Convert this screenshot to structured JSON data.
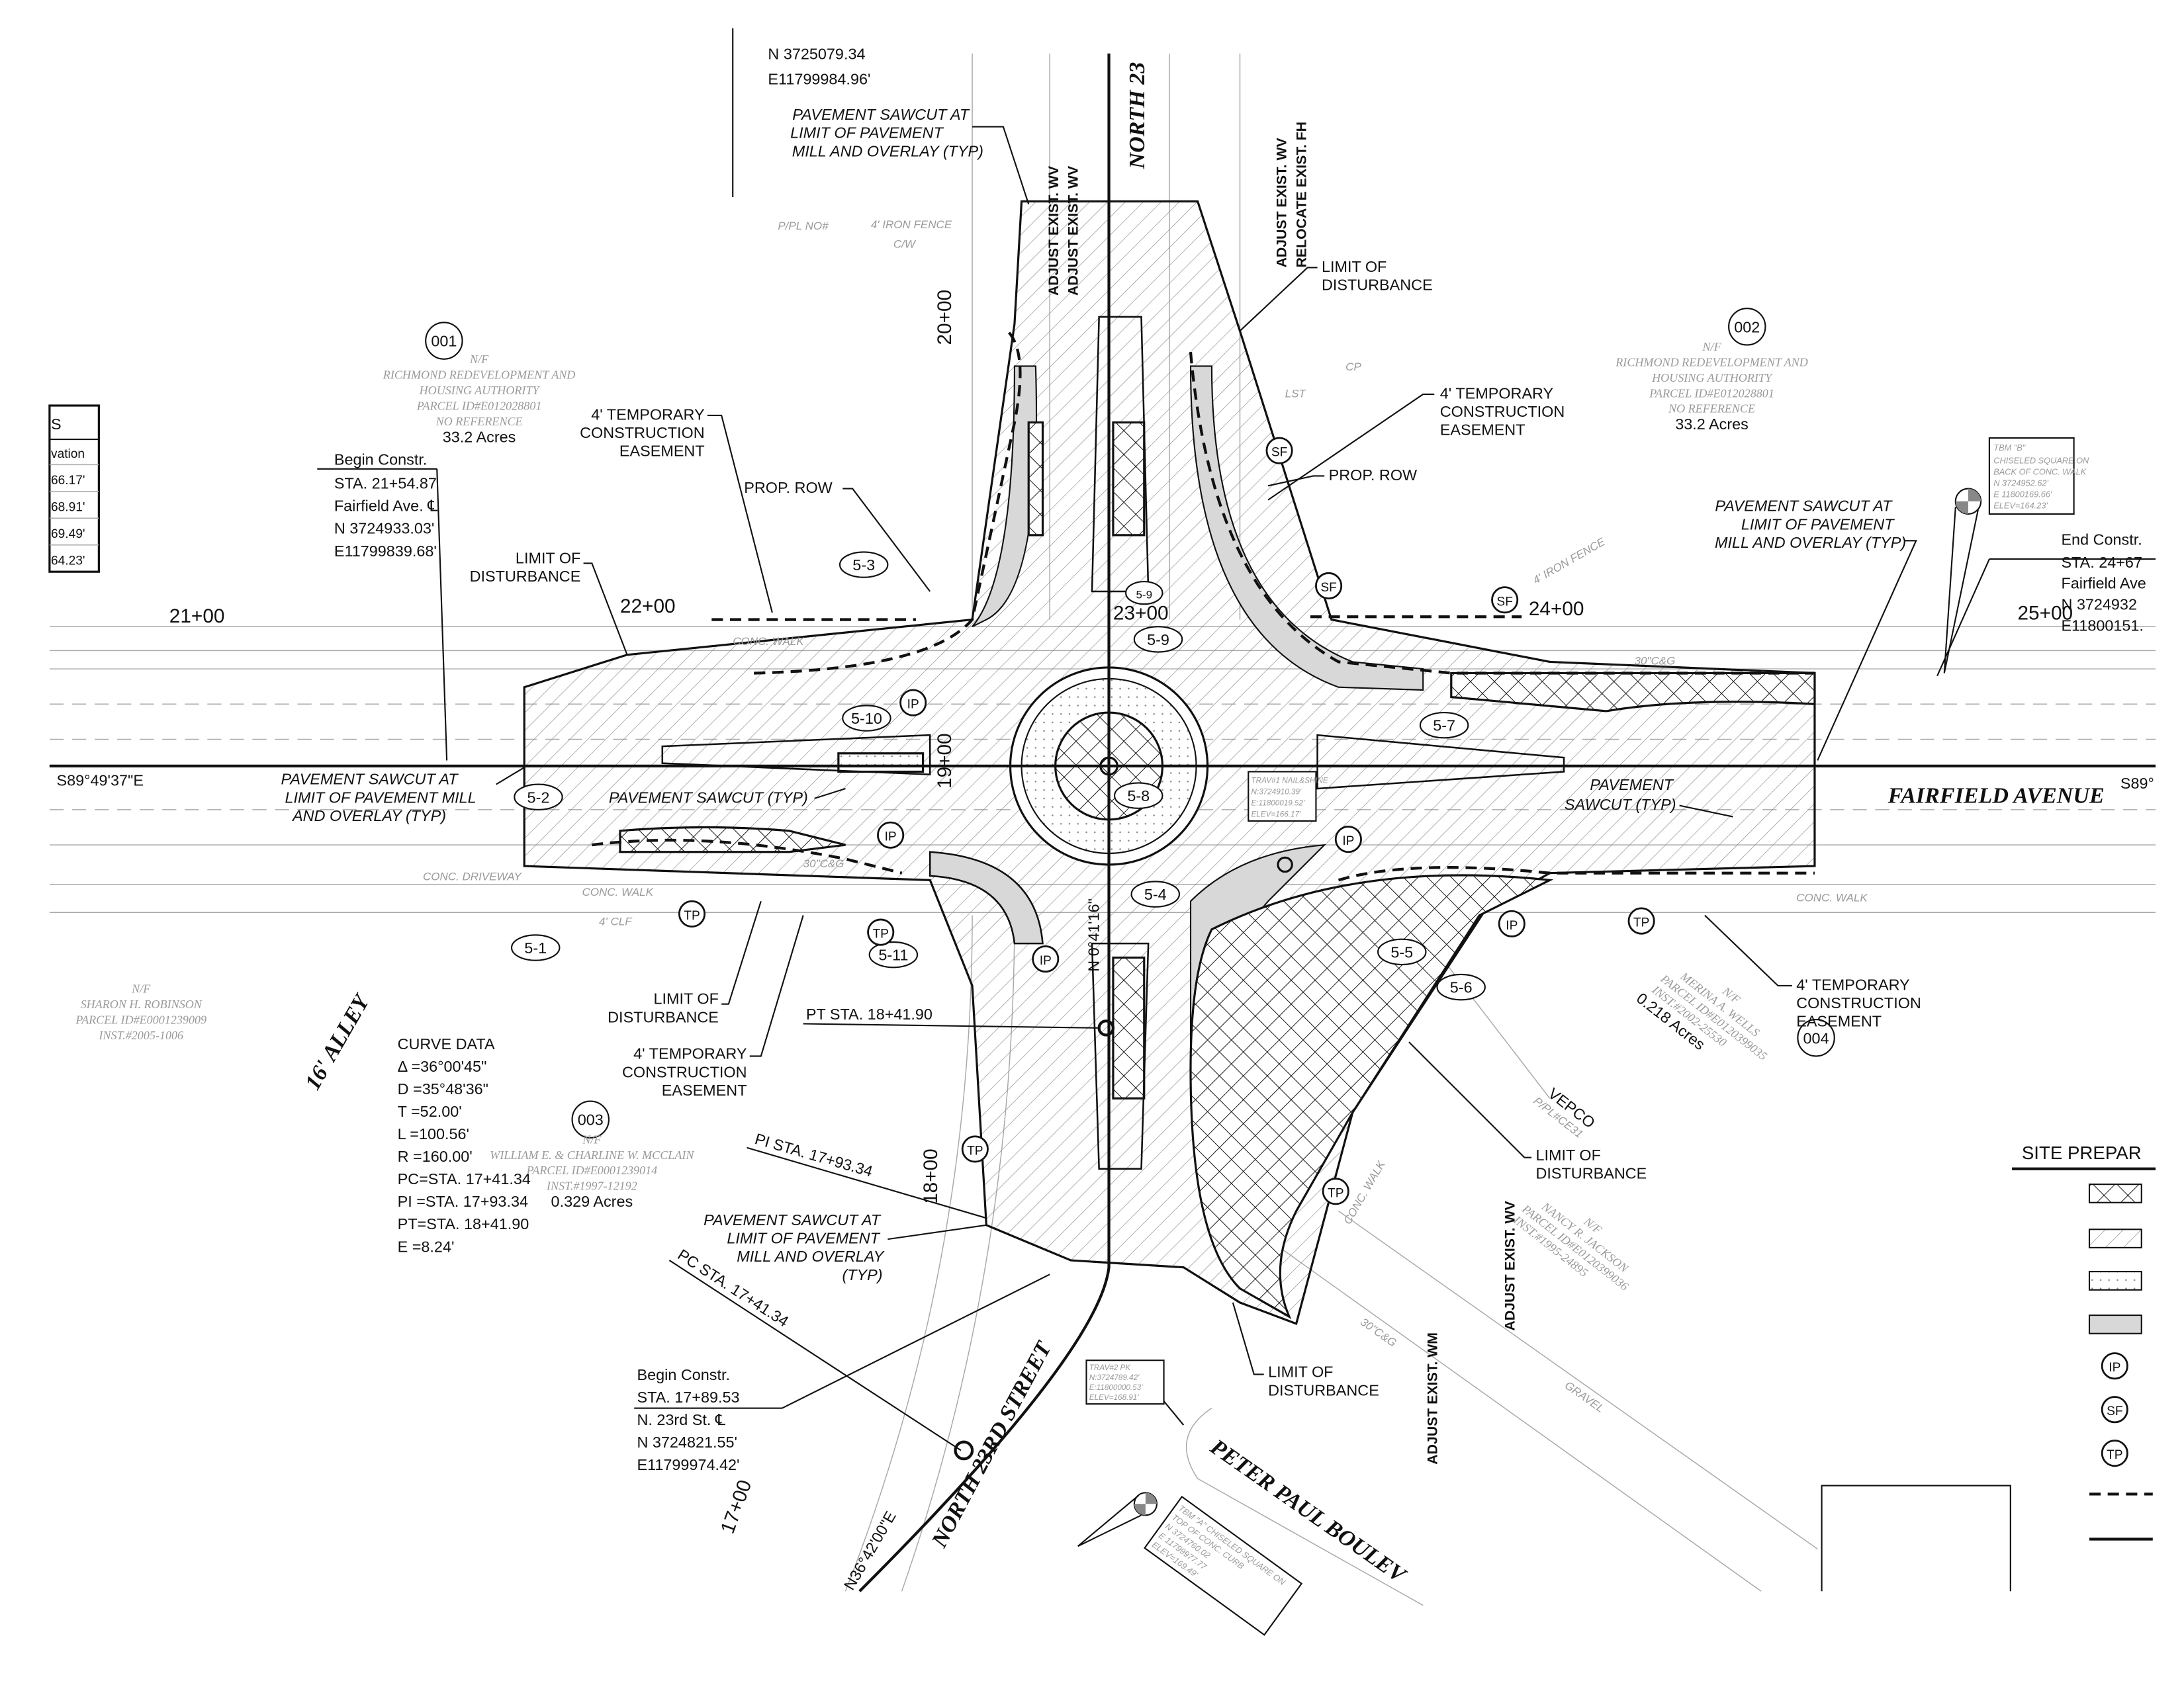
{
  "top_coords": [
    "N 3725079.34",
    "E11799984.96'"
  ],
  "streets": {
    "north_23rd_top": "NORTH 23",
    "north_23rd_bottom": "NORTH 23RD STREET",
    "fairfield": "FAIRFIELD AVENUE",
    "peter_paul": "PETER PAUL BOULEV",
    "alley": "16' ALLEY"
  },
  "bearings": {
    "west": "S89°49'37\"E",
    "east": "S89°",
    "n23": "N36°42'00\"E",
    "n_mid": "N 0°41'16\""
  },
  "stations": {
    "s21": "21+00",
    "s22": "22+00",
    "s23": "23+00",
    "s24": "24+00",
    "s25": "25+00",
    "s20": "20+00",
    "s19": "19+00",
    "s18": "18+00",
    "s17": "17+00"
  },
  "begin_fairfield": [
    "Begin Constr.",
    "STA. 21+54.87",
    "Fairfield Ave. ℄",
    "N 3724933.03'",
    "E11799839.68'"
  ],
  "end_fairfield": [
    "End Constr.",
    "STA. 24+67",
    "Fairfield Ave",
    "N 3724932",
    "E11800151."
  ],
  "begin_n23": [
    "Begin Constr.",
    "STA. 17+89.53",
    "N. 23rd St. ℄",
    "N 3724821.55'",
    "E11799974.42'"
  ],
  "curve_data": [
    "CURVE DATA",
    "Δ    =36°00'45\"",
    "D  =35°48'36\"",
    "T  =52.00'",
    "L  =100.56'",
    "R  =160.00'",
    "PC=STA. 17+41.34",
    "PI =STA. 17+93.34",
    "PT=STA. 18+41.90",
    "E  =8.24'"
  ],
  "curve_points": {
    "pt": "PT STA. 18+41.90",
    "pi": "PI STA. 17+93.34",
    "pc": "PC STA. 17+41.34"
  },
  "parcels": [
    {
      "id": "001",
      "lines": [
        "N/F",
        "RICHMOND REDEVELOPMENT AND",
        "HOUSING AUTHORITY",
        "PARCEL ID#E012028801",
        "NO REFERENCE"
      ],
      "acres": "33.2 Acres"
    },
    {
      "id": "002",
      "lines": [
        "N/F",
        "RICHMOND REDEVELOPMENT AND",
        "HOUSING AUTHORITY",
        "PARCEL ID#E012028801",
        "NO REFERENCE"
      ],
      "acres": "33.2 Acres"
    },
    {
      "id": "003",
      "lines": [
        "N/F",
        "WILLIAM E. & CHARLINE W. MCCLAIN",
        "PARCEL ID#E0001239014",
        "INST.#1997-12192"
      ],
      "acres": "0.329 Acres"
    },
    {
      "id": "004",
      "lines": [
        "N/F",
        "MERINA A. WELLS",
        "PARCEL ID#E0120399035",
        "INST.#2002-25530"
      ],
      "acres": "0.218 Acres"
    }
  ],
  "other_owners": [
    {
      "lines": [
        "N/F",
        "SHARON H. ROBINSON",
        "PARCEL ID#E0001239009",
        "INST.#2005-1006"
      ]
    },
    {
      "lines": [
        "N/F",
        "NANCY R. JACKSON",
        "PARCEL ID#E0120399036",
        "INST.#1995-24895"
      ]
    }
  ],
  "vepco": [
    "VEPCO",
    "P/PL#CE31"
  ],
  "callouts": {
    "limit_of_disturbance": [
      "LIMIT OF",
      "DISTURBANCE"
    ],
    "temp_easement": [
      "4' TEMPORARY",
      "CONSTRUCTION",
      "EASEMENT"
    ],
    "prop_row": "PROP. ROW",
    "sawcut_mill": [
      "PAVEMENT SAWCUT AT",
      "LIMIT OF PAVEMENT",
      "MILL AND OVERLAY (TYP)"
    ],
    "sawcut_mill_west": [
      "PAVEMENT SAWCUT AT",
      "LIMIT OF PAVEMENT MILL",
      "AND OVERLAY (TYP)"
    ],
    "sawcut_mill_south": [
      "PAVEMENT SAWCUT AT",
      "LIMIT OF PAVEMENT",
      "MILL AND OVERLAY",
      "(TYP)"
    ],
    "sawcut_typ": "PAVEMENT SAWCUT (TYP)",
    "sawcut_typ_east": [
      "PAVEMENT",
      "SAWCUT (TYP)"
    ]
  },
  "adjust": {
    "n_wv1": "ADJUST EXIST. WV",
    "n_wv2": "ADJUST EXIST. WV",
    "ne_wv": "ADJUST EXIST. WV",
    "ne_fh": "RELOCATE EXIST. FH",
    "se_wv": "ADJUST EXIST. WV",
    "se_wm": "ADJUST EXIST. WM"
  },
  "detail_refs": [
    "5-1",
    "5-2",
    "5-3",
    "5-4",
    "5-5",
    "5-6",
    "5-7",
    "5-8",
    "5-9",
    "5-9",
    "5-10",
    "5-11"
  ],
  "symbols": {
    "ip": "IP",
    "sf": "SF",
    "tp": "TP"
  },
  "tbm_b": [
    "TBM \"B\"",
    "CHISELED SQUARE ON",
    "BACK OF CONC. WALK",
    "N 3724952.62'",
    "E 11800169.66'",
    "ELEV=164.23'"
  ],
  "tbm_a": [
    "TBM \"A\" CHISELED SQUARE ON",
    "TOP OF CONC. CURB",
    "N 3724760.02",
    "E 11799977.77",
    "ELEV=169.49'"
  ],
  "trav1": [
    "TRAV#1 NAIL&SHINE",
    "N:3724910.39'",
    "E:11800019.52'",
    "ELEV=166.17'"
  ],
  "trav2": [
    "TRAV#2 PK",
    "N:3724789.42'",
    "E:11800000.53'",
    "ELEV=168.91'"
  ],
  "elev_table": {
    "header": "S",
    "column": "vation",
    "values": [
      "66.17'",
      "68.91'",
      "69.49'",
      "64.23'"
    ]
  },
  "site_labels": {
    "conc_walk": "CONC. WALK",
    "iron_fence": "4' IRON FENCE",
    "cw": "C/W",
    "pp": "P/PL NO#",
    "cg": "30\"C&G",
    "conc_driveway": "CONC. DRIVEWAY",
    "clf": "4' CLF",
    "lst": "LST",
    "cp": "CP",
    "gravel": "GRAVEL"
  },
  "legend": {
    "title": "SITE PREPAR",
    "symbols": [
      "IP",
      "SF",
      "TP"
    ]
  }
}
